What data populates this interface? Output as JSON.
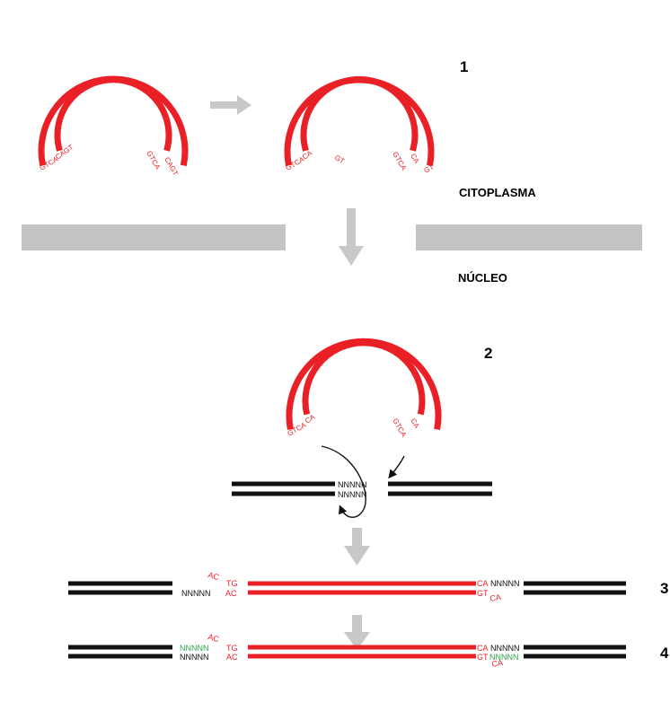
{
  "compartments": {
    "cytoplasm": "CITOPLASMA",
    "nucleus": "NÚCLEO"
  },
  "steps": [
    "1",
    "2",
    "3",
    "4"
  ],
  "circle_a": {
    "outer_end": "GTCA",
    "inner_end_left": "CAGT",
    "inner_end_right": "GTCA",
    "outer_end_right": "CAGT"
  },
  "circle_b": {
    "outer_end": "GTCA",
    "inner_end_left": "CA",
    "overhang_left": "GT",
    "inner_end_right": "GTCA",
    "inner_end_right2": "CA",
    "overhang_right": "GT"
  },
  "circle_c": {
    "outer_end": "GTCA",
    "inner_end_left": "CA",
    "inner_end_right": "GTCA",
    "inner_end_right2": "CA"
  },
  "target_dna": {
    "top_seq": "NNNNN",
    "bottom_seq": "NNNNN"
  },
  "row3": {
    "left_top_overhang": "AC",
    "left_top": "TG",
    "left_bottom_n": "NNNNN",
    "left_bottom": "AC",
    "right_top": "CA",
    "right_top_n": "NNNNN",
    "right_bottom": "GT",
    "right_bottom_overhang": "CA"
  },
  "row4": {
    "left_top_overhang": "AC",
    "left_top_n": "NNNNN",
    "left_top": "TG",
    "left_bottom_n": "NNNNN",
    "left_bottom": "AC",
    "right_top": "CA",
    "right_top_n": "NNNNN",
    "right_bottom": "GT",
    "right_bottom_n": "NNNNN",
    "right_bottom_overhang": "CA"
  },
  "colors": {
    "dna_red": "#ea2027",
    "dna_black": "#111111",
    "membrane": "#c4c4c4",
    "new_base": "#2fa84f",
    "arrow": "#c8c8c8"
  }
}
